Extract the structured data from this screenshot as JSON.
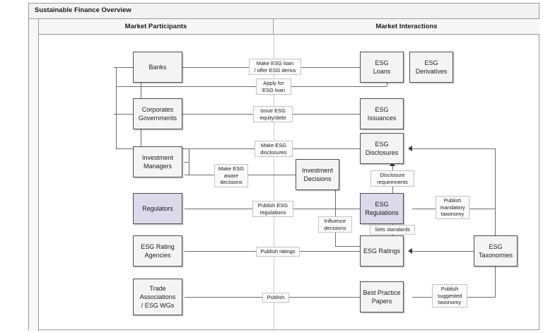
{
  "diagram": {
    "title": "Sustainable Finance Overview",
    "type": "swimlane-flowchart",
    "lanes": [
      {
        "id": "participants",
        "label": "Market Participants"
      },
      {
        "id": "interactions",
        "label": "Market Interactions"
      }
    ],
    "colors": {
      "node_fill": "#f4f4f4",
      "node_accent_fill": "#dcdaea",
      "node_border": "#4d4d4d",
      "connector": "#6e6e6e",
      "header_fill": "#f7f7f7",
      "frame_border": "#9a9a9a"
    },
    "nodes": [
      {
        "id": "banks",
        "label": "Banks",
        "lane": "participants",
        "accent": false
      },
      {
        "id": "corporates",
        "label": "Corporates\nGovernments",
        "lane": "participants",
        "accent": false
      },
      {
        "id": "inv_managers",
        "label": "Investment\nManagers",
        "lane": "participants",
        "accent": false
      },
      {
        "id": "regulators",
        "label": "Regulators",
        "lane": "participants",
        "accent": true
      },
      {
        "id": "rating_agencies",
        "label": "ESG Rating\nAgencies",
        "lane": "participants",
        "accent": false
      },
      {
        "id": "trade_assoc",
        "label": "Trade\nAssociations\n/ ESG WGs",
        "lane": "participants",
        "accent": false
      },
      {
        "id": "esg_loans",
        "label": "ESG\nLoans",
        "lane": "interactions",
        "accent": false
      },
      {
        "id": "esg_derivatives",
        "label": "ESG\nDerivatives",
        "lane": "interactions",
        "accent": false
      },
      {
        "id": "esg_issuances",
        "label": "ESG\nIssuances",
        "lane": "interactions",
        "accent": false
      },
      {
        "id": "esg_disclosures",
        "label": "ESG\nDisclosures",
        "lane": "interactions",
        "accent": false
      },
      {
        "id": "inv_decisions",
        "label": "Investment\nDecisions",
        "lane": "interactions",
        "accent": false
      },
      {
        "id": "esg_regulations",
        "label": "ESG\nRegulations",
        "lane": "interactions",
        "accent": true
      },
      {
        "id": "esg_ratings",
        "label": "ESG Ratings",
        "lane": "interactions",
        "accent": false
      },
      {
        "id": "esg_taxonomies",
        "label": "ESG\nTaxonomies",
        "lane": "interactions",
        "accent": false
      },
      {
        "id": "best_practice",
        "label": "Best Practice\nPapers",
        "lane": "interactions",
        "accent": false
      }
    ],
    "edges": [
      {
        "id": "e1",
        "from": "banks",
        "to": "esg_loans",
        "label": "Make ESG loan\n/ offer ESG derivs"
      },
      {
        "id": "e2",
        "from": "corporates",
        "to": "esg_loans",
        "label": "Apply for\nESG loan"
      },
      {
        "id": "e3",
        "from": "corporates",
        "to": "esg_issuances",
        "label": "Issue ESG\nequity/debt"
      },
      {
        "id": "e4",
        "from": "corporates",
        "to": "esg_disclosures",
        "label": "Make ESG\ndisclosures"
      },
      {
        "id": "e5",
        "from": "inv_managers",
        "to": "inv_decisions",
        "label": "Make ESG\naware\ndecisions"
      },
      {
        "id": "e6",
        "from": "esg_regulations",
        "to": "esg_disclosures",
        "label": "Disclosure\nrequirements"
      },
      {
        "id": "e7",
        "from": "regulators",
        "to": "esg_regulations",
        "label": "Publish ESG\nregulations"
      },
      {
        "id": "e8",
        "from": "esg_regulations",
        "to": "esg_taxonomies",
        "label": "Publish\nmandatory\ntaxonomy"
      },
      {
        "id": "e9",
        "from": "esg_regulations",
        "to": "esg_ratings",
        "label": "Sets standards"
      },
      {
        "id": "e10",
        "from": "esg_ratings",
        "to": "inv_decisions",
        "label": "Influence\ndecisions"
      },
      {
        "id": "e11",
        "from": "rating_agencies",
        "to": "esg_ratings",
        "label": "Publish ratings"
      },
      {
        "id": "e12",
        "from": "trade_assoc",
        "to": "best_practice",
        "label": "Publish"
      },
      {
        "id": "e13",
        "from": "best_practice",
        "to": "esg_taxonomies",
        "label": "Publish\nsuggested\ntaxonomy"
      },
      {
        "id": "e14",
        "from": "esg_taxonomies",
        "to": "esg_ratings",
        "label": ""
      },
      {
        "id": "e15",
        "from": "esg_taxonomies",
        "to": "esg_disclosures",
        "label": ""
      },
      {
        "id": "e16",
        "from": "esg_loans",
        "to": "esg_derivatives",
        "label": ""
      }
    ]
  }
}
